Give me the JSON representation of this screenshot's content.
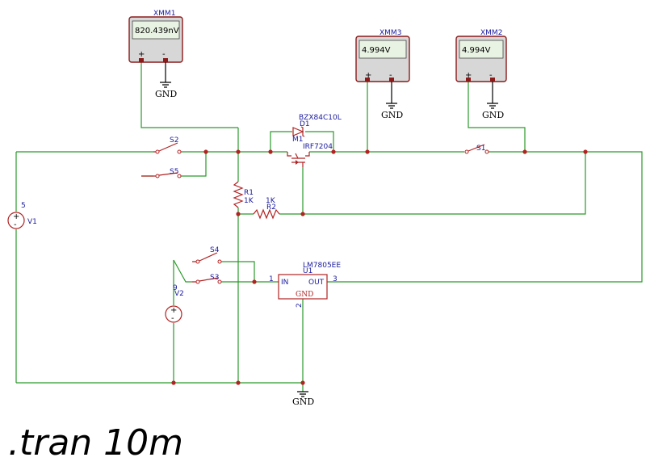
{
  "meters": {
    "xmm1": {
      "name": "XMM1",
      "reading": "820.439nV"
    },
    "xmm2": {
      "name": "XMM2",
      "reading": "4.994V"
    },
    "xmm3": {
      "name": "XMM3",
      "reading": "4.994V"
    }
  },
  "meter_terminals": {
    "plus": "+",
    "minus": "-"
  },
  "ground_label": "GND",
  "switches": {
    "s1": "S1",
    "s2": "S2",
    "s3": "S3",
    "s4": "S4",
    "s5": "S5"
  },
  "resistors": {
    "r1": {
      "name": "R1",
      "value": "1K"
    },
    "r2": {
      "name": "R2",
      "value": "1K"
    }
  },
  "diode": {
    "ref": "D1",
    "part": "BZX84C10L"
  },
  "mosfet": {
    "ref": "M1",
    "part": "IRF7204"
  },
  "sources": {
    "v1": {
      "name": "V1",
      "value": "5"
    },
    "v2": {
      "name": "V2",
      "value": "9"
    }
  },
  "regulator": {
    "ref": "U1",
    "part": "LM7805EE",
    "pin_in": "IN",
    "pin_out": "OUT",
    "pin_gnd": "GND",
    "pin1": "1",
    "pin2": "2",
    "pin3": "3"
  },
  "source_polarity": {
    "plus": "+",
    "minus": "-"
  },
  "simulation_command": ".tran 10m"
}
